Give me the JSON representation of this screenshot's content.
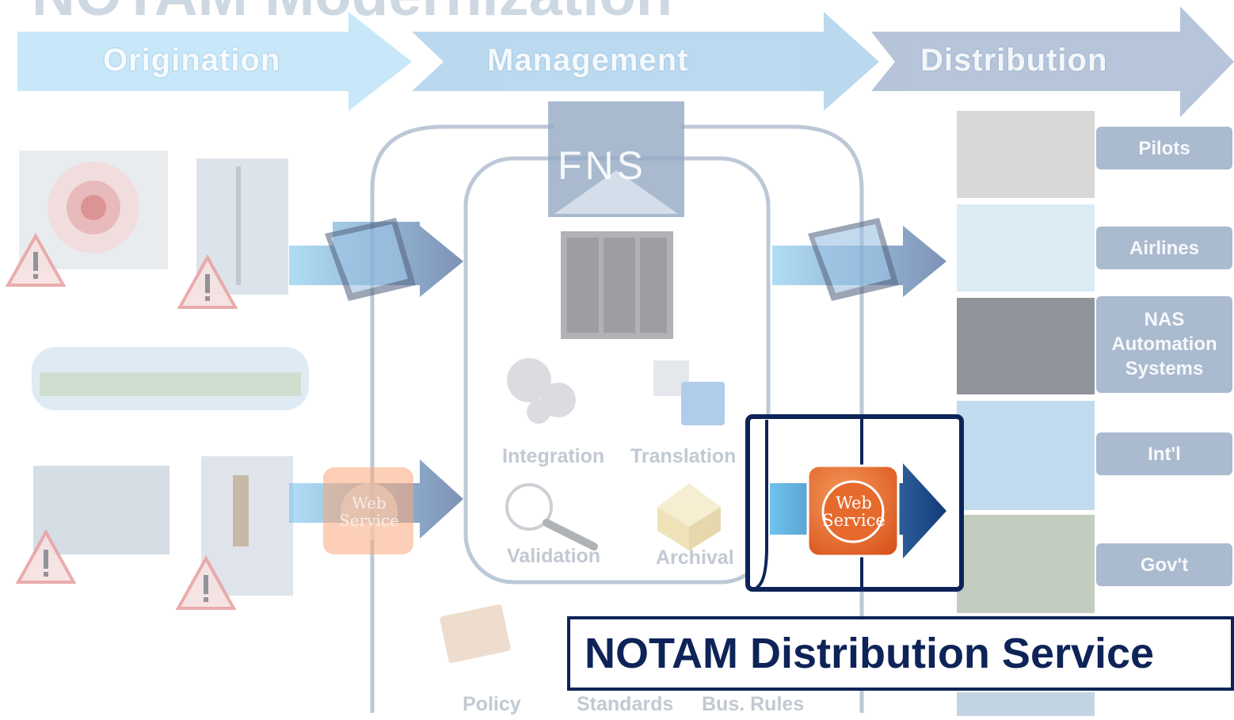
{
  "title": "NOTAM Modernization",
  "phases": [
    "Origination",
    "Management",
    "Distribution"
  ],
  "fns": "FNS",
  "functions": {
    "integration": "Integration",
    "translation": "Translation",
    "validation": "Validation",
    "archival": "Archival",
    "policy": "Policy",
    "standards": "Standards",
    "bus_rules": "Bus. Rules"
  },
  "audiences": [
    "Pilots",
    "Airlines",
    "NAS Automation Systems",
    "Int'l",
    "Gov't"
  ],
  "web_service": {
    "line1": "Web",
    "line2": "Service"
  },
  "highlight_label": "NOTAM Distribution Service",
  "colors": {
    "dark_navy": "#0e2458",
    "orange": "#e05a1e",
    "light_blue": "#9fd0ef",
    "faded_blue": "#aebfd3"
  }
}
